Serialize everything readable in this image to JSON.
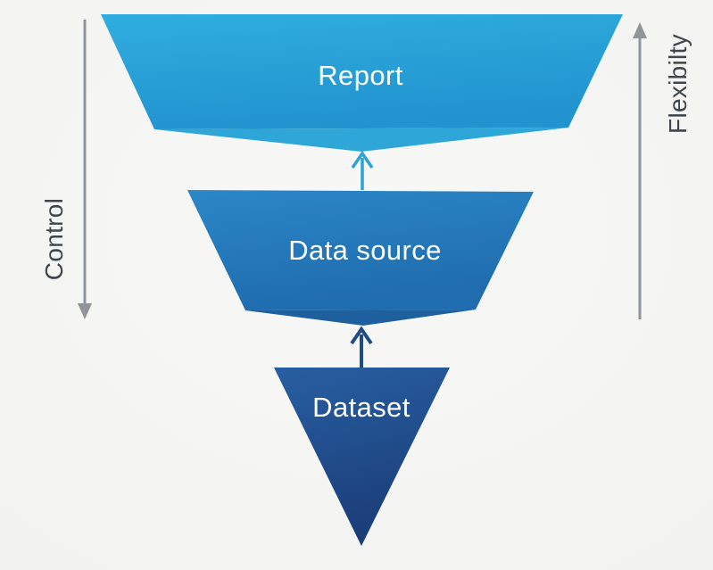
{
  "diagram": {
    "type": "inverted-funnel",
    "levels": [
      {
        "id": "report",
        "label": "Report",
        "color_top": "#30aedf",
        "color_bottom": "#2193cf",
        "fold_color": "#2ea6d7"
      },
      {
        "id": "data-source",
        "label": "Data source",
        "color_top": "#2b87c6",
        "color_bottom": "#1f6cae",
        "fold_color": "#1e5f9d"
      },
      {
        "id": "dataset",
        "label": "Dataset",
        "color_top": "#275fa2",
        "color_bottom": "#1c3d78"
      }
    ],
    "connectors": [
      {
        "from": "Dataset",
        "to": "Data source",
        "direction": "up",
        "color": "#1d4c86"
      },
      {
        "from": "Data source",
        "to": "Report",
        "direction": "up",
        "color": "#2ba3d4"
      }
    ]
  },
  "axes": {
    "left": {
      "label": "Control",
      "direction": "down"
    },
    "right": {
      "label": "Flexibilty",
      "direction": "up"
    },
    "arrow_color": "#8f9598"
  },
  "theme": {
    "background": "#f3f3f1",
    "axis_label_color": "#3f464b",
    "funnel_label_color": "#ffffff"
  }
}
